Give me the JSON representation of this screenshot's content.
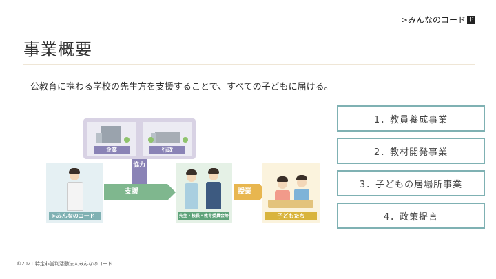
{
  "brand": {
    "name": "みんなのコード",
    "prefix": ">",
    "mark": "ド"
  },
  "slide": {
    "title": "事業概要",
    "lead": "公教育に携わる学校の先生方を支援することで、すべての子どもに届ける。"
  },
  "businesses": [
    "1．教員養成事業",
    "2．教材開発事業",
    "3．子どもの居場所事業",
    "4．政策提言"
  ],
  "diagram": {
    "company": "企業",
    "government": "行政",
    "cooperation": "協力",
    "support": "支援",
    "lesson": "授業",
    "org_card": ">みんなのコード",
    "teachers_card": "先生・校長・教育委員会等",
    "children_card": "子どもたち"
  },
  "footer": "©2021 特定非営利活動法人みんなのコード",
  "colors": {
    "accent_teal": "#7fb1b3",
    "partner_purple": "#8a83b6",
    "support_green": "#7fb78e",
    "lesson_yellow": "#e8b64f"
  }
}
